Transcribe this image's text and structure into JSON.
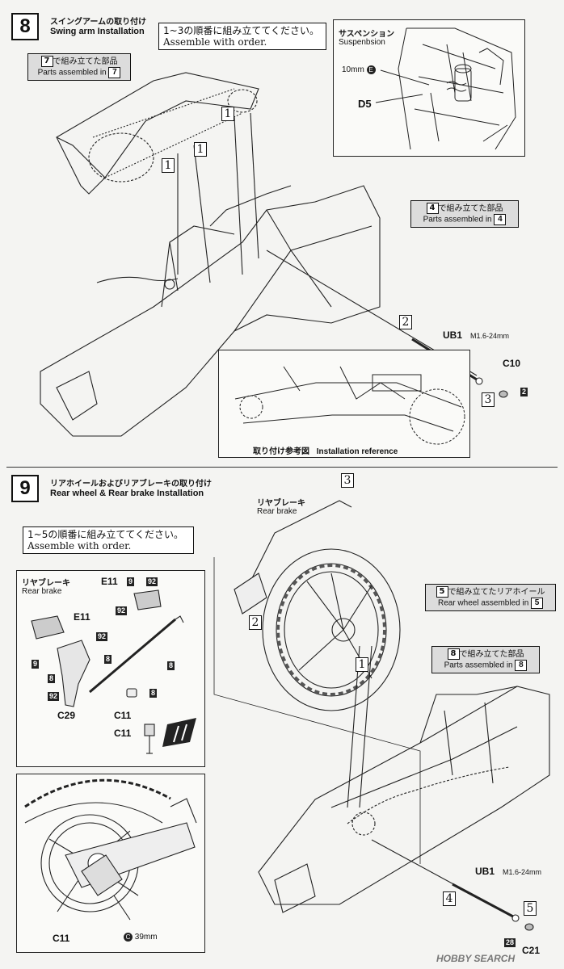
{
  "step8": {
    "number": "8",
    "title_jp": "スイングアームの取り付け",
    "title_en": "Swing arm Installation",
    "order_jp": "1~3の順番に組み立ててください。",
    "order_en": "Assemble with order.",
    "suspension_jp": "サスペンション",
    "suspension_en": "Suspenbsion",
    "bolt_10mm": "10mm",
    "bolt_10mm_letter": "E",
    "part_d5": "D5",
    "parts7_num": "7",
    "parts7_jp": "で組み立てた部品",
    "parts7_en": "Parts assembled in",
    "parts4_num": "4",
    "parts4_jp": "で組み立てた部品",
    "parts4_en": "Parts assembled in",
    "part_ub1": "UB1",
    "ub1_spec": "M1.6-24mm",
    "part_c10": "C10",
    "c10_tag": "2",
    "ref_caption_jp": "取り付け参考図",
    "ref_caption_en": "Installation reference",
    "seq1": "1",
    "seq2": "2",
    "seq3": "3"
  },
  "step9": {
    "number": "9",
    "title_jp": "リアホイールおよびリアブレーキの取り付け",
    "title_en": "Rear wheel & Rear brake Installation",
    "order_jp": "1~5の順番に組み立ててください。",
    "order_en": "Assemble with order.",
    "rear_brake_jp": "リヤブレーキ",
    "rear_brake_en": "Rear brake",
    "part_e11": "E11",
    "part_c29": "C29",
    "part_c11": "C11",
    "tag_9": "9",
    "tag_92": "92",
    "tag_8": "8",
    "parts5_num": "5",
    "parts5_jp": "で組み立てたリアホイール",
    "parts5_en": "Rear wheel assembled in",
    "parts8_num": "8",
    "parts8_jp": "で組み立てた部品",
    "parts8_en": "Parts assembled in",
    "part_ub1": "UB1",
    "ub1_spec": "M1.6-24mm",
    "c11_bottom": "C11",
    "bolt_39mm_letter": "C",
    "bolt_39mm": "39mm",
    "tag_28": "28",
    "part_c21": "C21",
    "seq1": "1",
    "seq2": "2",
    "seq3": "3",
    "seq4": "4",
    "seq5": "5"
  },
  "watermark": "HOBBY SEARCH"
}
